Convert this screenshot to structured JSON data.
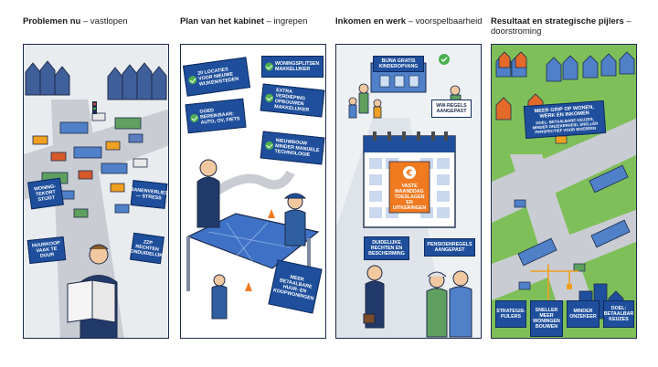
{
  "panels": [
    {
      "title_bold": "Problemen nu",
      "title_rest": " – vastlopen",
      "signs": [
        "WONING-\nTEKORT\nSTIJGT",
        "BANENVERLIES\n— STRESS",
        "HUURKOOP\nVAAK TE DUUR",
        "ZZP\nRECHTEN\nONDUIDELIJK"
      ]
    },
    {
      "title_bold": "Plan van het kabinet",
      "title_rest": " – ingrepen",
      "signs": [
        "20 LOCATIES\nVOOR NIEUWE\nWIJKEN/STEDEN",
        "WONINGSPLITSEN\nMAKKELIJKER",
        "GOED\nBEREIKBAAR:\nAUTO, OV, FIETS",
        "EXTRA VERDIEPING\nOPBOUWEN\nMAKKELIJKER",
        "NIEUWBOUW\nMINDER MANUELE\nTECHNOLOGIE",
        "MEER\nBETAALBARE\nHUUR- EN\nKOOPWONINGEN"
      ]
    },
    {
      "title_bold": "Inkomen en werk",
      "title_rest": " – voorspelbaarheid",
      "signs": [
        "BIJNA GRATIS\nKINDEROPVANG",
        "WW-REGELS\nAANGEPAST",
        "VASTE\nMAANDDAG\nTOESLAGEN EN\nUITKERINGEN",
        "DUIDELIJKE\nRECHTEN EN\nBESCHERMING",
        "PENSIOENREGELS\nAANGEPAST"
      ]
    },
    {
      "title_bold": "Resultaat en strategische pijlers",
      "title_rest": " –",
      "title_line2": "doorstroming",
      "signs": [
        "MEER GRIP OP WONEN,\nWERK EN INKOMEN",
        "DOEL: BETAALBARE KEUZES,\nMINDER ONZEKERHEID, SNELLER\nPERSPECTIEF VOOR IEDEREEN",
        "STRATEGIS-\nPIJLERS",
        "SNELLER\nMEER\nWONINGEN\nBOUWEN",
        "MINDER\nONZEKEER",
        "DOEL:\nBETAALBAR KEUZES"
      ]
    }
  ],
  "colors": {
    "sign_blue": "#1f4f9c",
    "border": "#1c2a4a",
    "grass": "#7fbf5a",
    "road": "#c9ccd2",
    "accent_orange": "#f0a020"
  }
}
